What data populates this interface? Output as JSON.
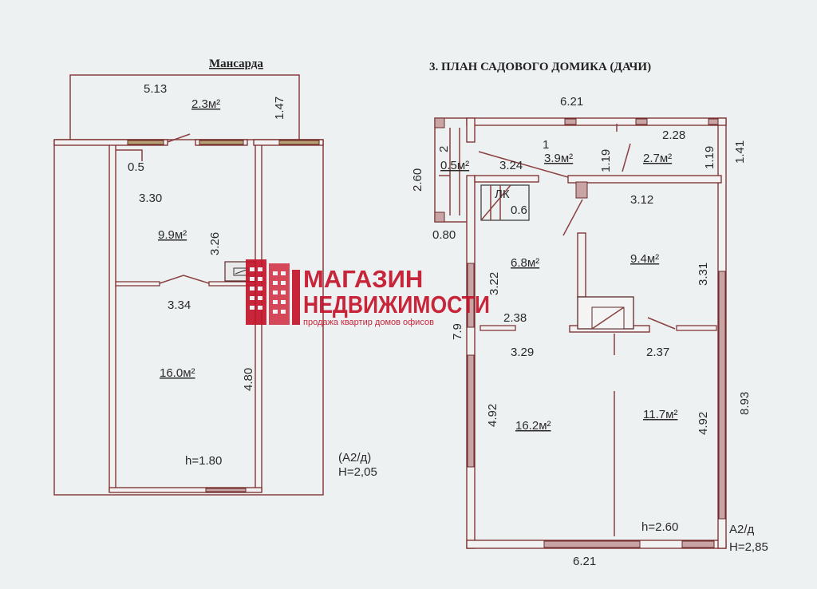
{
  "titles": {
    "attic": "Мансарда",
    "plan": "3. ПЛАН САДОВОГО ДОМИКА (ДАЧИ)"
  },
  "watermark": {
    "line1": "МАГАЗИН",
    "line2": "НЕДВИЖИМОСТИ",
    "line3": "продажа квартир домов офисов",
    "color": "#c4142b"
  },
  "attic": {
    "dims": {
      "top_width": "5.13",
      "right_depth": "1.47",
      "small": "0.5",
      "upper_width": "3.30",
      "upper_length": "3.26",
      "lower_width": "3.34",
      "lower_length": "4.80"
    },
    "areas": {
      "balcony": "2.3м²",
      "upper_room": "9.9м²",
      "lower_room": "16.0м²"
    },
    "h_inner": "h=1.80",
    "stamp": "(А2/д)",
    "H_outer": "Н=2,05"
  },
  "ground": {
    "dims": {
      "top_width": "6.21",
      "bottom_width": "6.21",
      "porch_height": "2.60",
      "porch_width": "0.80",
      "porch_small": "2",
      "right_top": "2.28",
      "right_top_depth": "1.19",
      "middle_depth": "1.19",
      "right_edge": "1.41",
      "hall_width": "3.24",
      "room_right_width": "3.12",
      "room_right_depth": "3.31",
      "room_left_depth": "3.22",
      "left_mid": "2.38",
      "overall_depth": "7.9",
      "left_big_width": "3.29",
      "right_big_width": "2.37",
      "left_big_depth": "4.92",
      "right_big_depth": "4.92",
      "total_depth": "8.93",
      "stair_mark": "ЛК",
      "stair_val": "0.6",
      "small_one": "1"
    },
    "areas": {
      "porch": "0.5м²",
      "vestibule": "3.9м²",
      "storage": "2.7м²",
      "kitchen": "6.8м²",
      "room_top_right": "9.4м²",
      "room_bottom_left": "16.2м²",
      "room_bottom_right": "11.7м²"
    },
    "h_inner": "h=2.60",
    "stamp": "А2/д",
    "H_outer": "Н=2,85"
  }
}
